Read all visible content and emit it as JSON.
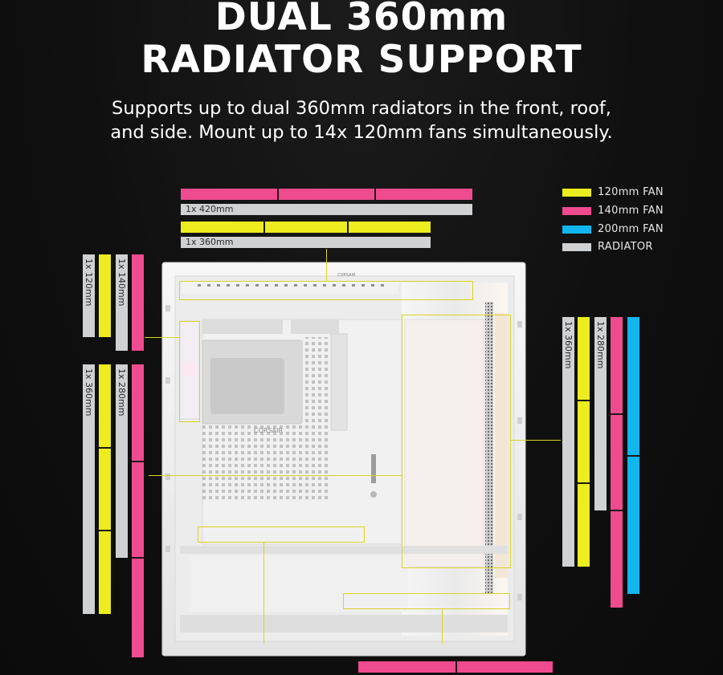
{
  "headline": {
    "line1": "DUAL 360mm",
    "line2": "RADIATOR SUPPORT"
  },
  "subtitle": {
    "line1": "Supports up to dual 360mm radiators in the front, roof,",
    "line2": "and side. Mount up to 14x 120mm fans simultaneously."
  },
  "legend": [
    {
      "label": "120mm FAN",
      "color": "#ecec1e"
    },
    {
      "label": "140mm FAN",
      "color": "#ef4b8f"
    },
    {
      "label": "200mm FAN",
      "color": "#12b6ee"
    },
    {
      "label": "RADIATOR",
      "color": "#cfd1d3"
    }
  ],
  "top_mount": {
    "radiator_420_label": "1x 420mm",
    "radiator_360_label": "1x 360mm"
  },
  "left_mount": {
    "rear_120_label": "1x 120mm",
    "rear_140_label": "1x 140mm",
    "side_360_label": "1x 360mm",
    "side_280_label": "1x 280mm"
  },
  "right_mount": {
    "front_360_label": "1x 360mm",
    "front_280_label": "1x 280mm"
  },
  "case": {
    "brand_top": "CORSAIR",
    "brand_board": "CORSAIR"
  }
}
